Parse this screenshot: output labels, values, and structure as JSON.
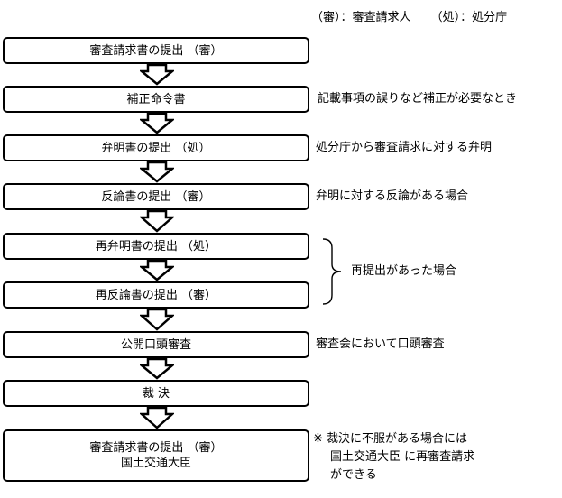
{
  "legend": {
    "reviewer": "（審）：審査請求人",
    "agency": "（処）：処分庁"
  },
  "steps": [
    {
      "label": "審査請求書の提出 （審）"
    },
    {
      "label": "補正命令書"
    },
    {
      "label": "弁明書の提出 （処）"
    },
    {
      "label": "反論書の提出 （審）"
    },
    {
      "label": "再弁明書の提出 （処）"
    },
    {
      "label": "再反論書の提出 （審）"
    },
    {
      "label": "公開口頭審査"
    },
    {
      "label": "裁 決"
    },
    {
      "label": "審査請求書の提出 （審）",
      "sublabel": "国土交通大臣"
    }
  ],
  "notes": {
    "correction": "記載事項の誤りなど補正が必要なとき",
    "explanation": "処分庁から審査請求に対する弁明",
    "rebuttal": "弁明に対する反論がある場合",
    "resubmission": "再提出があった場合",
    "hearing": "審査会において口頭審査",
    "appeal": [
      "※ 裁決に不服がある場合には",
      "国土交通大臣 に再審査請求",
      "ができる"
    ]
  }
}
